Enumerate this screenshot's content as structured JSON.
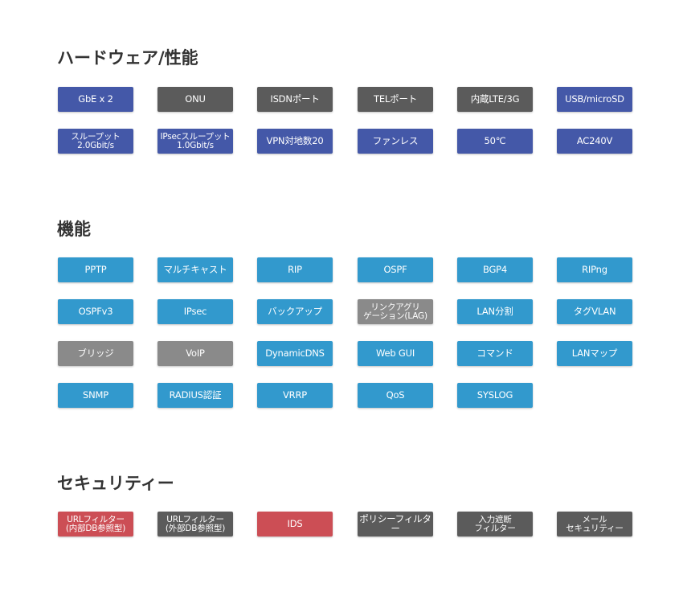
{
  "colors": {
    "blue": "#4458a8",
    "dark": "#5b5b5b",
    "cyan": "#3299cd",
    "gray": "#8a8a8a",
    "red": "#cc4e55"
  },
  "sections": [
    {
      "title": "ハードウェア/性能",
      "items": [
        {
          "label": "GbE x 2",
          "color": "blue"
        },
        {
          "label": "ONU",
          "color": "dark"
        },
        {
          "label": "ISDNポート",
          "color": "dark"
        },
        {
          "label": "TELポート",
          "color": "dark"
        },
        {
          "label": "内蔵LTE/3G",
          "color": "dark"
        },
        {
          "label": "USB/microSD",
          "color": "blue"
        },
        {
          "label": "スループット\n2.0Gbit/s",
          "color": "blue"
        },
        {
          "label": "IPsecスループット\n1.0Gbit/s",
          "color": "blue"
        },
        {
          "label": "VPN対地数20",
          "color": "blue"
        },
        {
          "label": "ファンレス",
          "color": "blue"
        },
        {
          "label": "50℃",
          "color": "blue"
        },
        {
          "label": "AC240V",
          "color": "blue"
        }
      ]
    },
    {
      "title": "機能",
      "items": [
        {
          "label": "PPTP",
          "color": "cyan"
        },
        {
          "label": "マルチキャスト",
          "color": "cyan"
        },
        {
          "label": "RIP",
          "color": "cyan"
        },
        {
          "label": "OSPF",
          "color": "cyan"
        },
        {
          "label": "BGP4",
          "color": "cyan"
        },
        {
          "label": "RIPng",
          "color": "cyan"
        },
        {
          "label": "OSPFv3",
          "color": "cyan"
        },
        {
          "label": "IPsec",
          "color": "cyan"
        },
        {
          "label": "バックアップ",
          "color": "cyan"
        },
        {
          "label": "リンクアグリ\nゲーション(LAG)",
          "color": "gray"
        },
        {
          "label": "LAN分割",
          "color": "cyan"
        },
        {
          "label": "タグVLAN",
          "color": "cyan"
        },
        {
          "label": "ブリッジ",
          "color": "gray"
        },
        {
          "label": "VoIP",
          "color": "gray"
        },
        {
          "label": "DynamicDNS",
          "color": "cyan"
        },
        {
          "label": "Web GUI",
          "color": "cyan"
        },
        {
          "label": "コマンド",
          "color": "cyan"
        },
        {
          "label": "LANマップ",
          "color": "cyan"
        },
        {
          "label": "SNMP",
          "color": "cyan"
        },
        {
          "label": "RADIUS認証",
          "color": "cyan"
        },
        {
          "label": "VRRP",
          "color": "cyan"
        },
        {
          "label": "QoS",
          "color": "cyan"
        },
        {
          "label": "SYSLOG",
          "color": "cyan"
        }
      ]
    },
    {
      "title": "セキュリティー",
      "items": [
        {
          "label": "URLフィルター\n(内部DB参照型)",
          "color": "red"
        },
        {
          "label": "URLフィルター\n(外部DB参照型)",
          "color": "dark"
        },
        {
          "label": "IDS",
          "color": "red"
        },
        {
          "label": "ポリシーフィルター",
          "color": "dark"
        },
        {
          "label": "入力遮断\nフィルター",
          "color": "dark"
        },
        {
          "label": "メール\nセキュリティー",
          "color": "dark"
        }
      ]
    }
  ]
}
